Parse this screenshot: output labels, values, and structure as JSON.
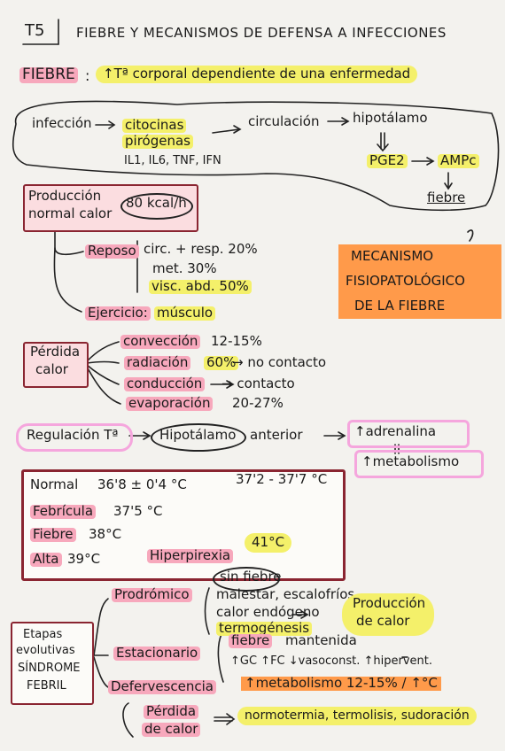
{
  "title": {
    "code": "T5",
    "text": "FIEBRE Y MECANISMOS DE DEFENSA A INFECCIONES"
  },
  "definition": {
    "label": "FIEBRE",
    "text": "↑Tª corporal dependiente de una enfermedad"
  },
  "pathway": {
    "infeccion": "infección",
    "citocinas": "citocinas",
    "pirogenas": "pirógenas",
    "il_list": "IL1, IL6, TNF, IFN",
    "circulacion": "circulación",
    "hipotalamo": "hipotálamo",
    "pge2": "PGE2",
    "ampc": "AMPc",
    "fiebre": "fiebre"
  },
  "production": {
    "label_line1": "Producción",
    "label_line2": "normal calor",
    "value": "80 kcal/h",
    "reposo": "Reposo",
    "reposo_items": [
      "circ. + resp. 20%",
      "met. 30%",
      "visc. abd. 50%"
    ],
    "ejercicio": "Ejercicio:",
    "musculo": "músculo"
  },
  "mechanism_note": [
    "MECANISMO",
    "FISIOPATOLÓGICO",
    "DE LA FIEBRE"
  ],
  "loss": {
    "label_line1": "Pérdida",
    "label_line2": "calor",
    "items": [
      {
        "name": "convección",
        "detail": "12-15%"
      },
      {
        "name": "radiación",
        "pct": "60%",
        "detail": "→ no contacto"
      },
      {
        "name": "conducción",
        "detail": "→ contacto"
      },
      {
        "name": "evaporación",
        "detail": "20-27%"
      }
    ]
  },
  "regulation": {
    "label": "Regulación Tª",
    "hipotalamo": "Hipotálamo",
    "anterior": "anterior",
    "adrenalina": "↑adrenalina",
    "metabolismo": "↑metabolismo"
  },
  "temperatures": {
    "normal_label": "Normal",
    "normal_value": "36'8 ± 0'4 °C",
    "normal_range": "37'2 - 37'7 °C",
    "febricula_label": "Febrícula",
    "febricula_value": "37'5 °C",
    "fiebre_label": "Fiebre",
    "fiebre_value": "38°C",
    "alta_label": "Alta",
    "alta_value": "39°C",
    "hiper_label": "Hiperpirexia",
    "hiper_value": "41°C"
  },
  "stages": {
    "label_lines": [
      "Etapas",
      "evolutivas",
      "SÍNDROME",
      "FEBRIL"
    ],
    "prodromico": "Prodrómico",
    "sin_fiebre": "sin fiebre",
    "malestar": "malestar, escalofríos",
    "calor_endogeno": "calor endógeno",
    "termogenesis": "termogénesis",
    "produccion_calor": [
      "Producción",
      "de calor"
    ],
    "estacionario": "Estacionario",
    "fiebre": "fiebre",
    "mantenida": "mantenida",
    "estac_line2": "↑GC ↑FC ↓vasoconst. ↑hipervent.",
    "estac_line3": "↑metabolismo 12-15% / ↑°C",
    "defervescencia": "Defervescencia",
    "perdida_calor": [
      "Pérdida",
      "de calor"
    ],
    "defer_result": "normotermia, termolisis, sudoración"
  }
}
